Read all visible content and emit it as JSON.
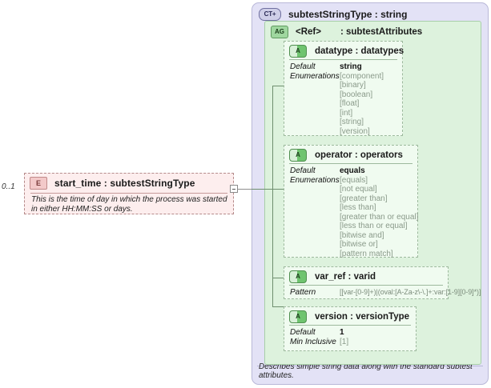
{
  "element": {
    "occurs": "0..1",
    "icon": "E",
    "title": "start_time : subtestStringType",
    "documentation": "This is the time of day in which the process was started in either HH:MM:SS or days."
  },
  "connector": {
    "icon": "minus-box"
  },
  "complex_type": {
    "icon": "CT+",
    "title": "subtestStringType : string",
    "footer": "Describes simple string data along with the standard subtest attributes."
  },
  "attribute_group": {
    "icon": "AG",
    "ref": "<Ref>",
    "name": ": subtestAttributes"
  },
  "attributes": [
    {
      "icon": "A",
      "title": "datatype : datatypes",
      "default_label": "Default",
      "default_value": "string",
      "enum_label": "Enumerations",
      "enumerations": [
        "[component]",
        "[binary]",
        "[boolean]",
        "[float]",
        "[int]",
        "[string]",
        "[version]"
      ]
    },
    {
      "icon": "A",
      "title": "operator : operators",
      "default_label": "Default",
      "default_value": "equals",
      "enum_label": "Enumerations",
      "enumerations": [
        "[equals]",
        "[not equal]",
        "[greater than]",
        "[less than]",
        "[greater than or equal]",
        "[less than or equal]",
        "[bitwise and]",
        "[bitwise or]",
        "[pattern match]"
      ]
    },
    {
      "icon": "A",
      "title": "var_ref  : varid",
      "pattern_label": "Pattern",
      "pattern_value": "[[var-[0-9]+)|(oval:[A-Za-z\\-\\.]+:var:[1-9][0-9]*)]"
    },
    {
      "icon": "A",
      "title": "version  : versionType",
      "default_label": "Default",
      "default_value": "1",
      "min_label": "Min Inclusive",
      "min_value": "[1]"
    }
  ],
  "colors": {
    "complex_type_bg": "#e3e2f6",
    "attribute_group_bg": "#ddf2dd",
    "attribute_bg": "#f0fbf0",
    "element_bg": "#fdeeee"
  }
}
